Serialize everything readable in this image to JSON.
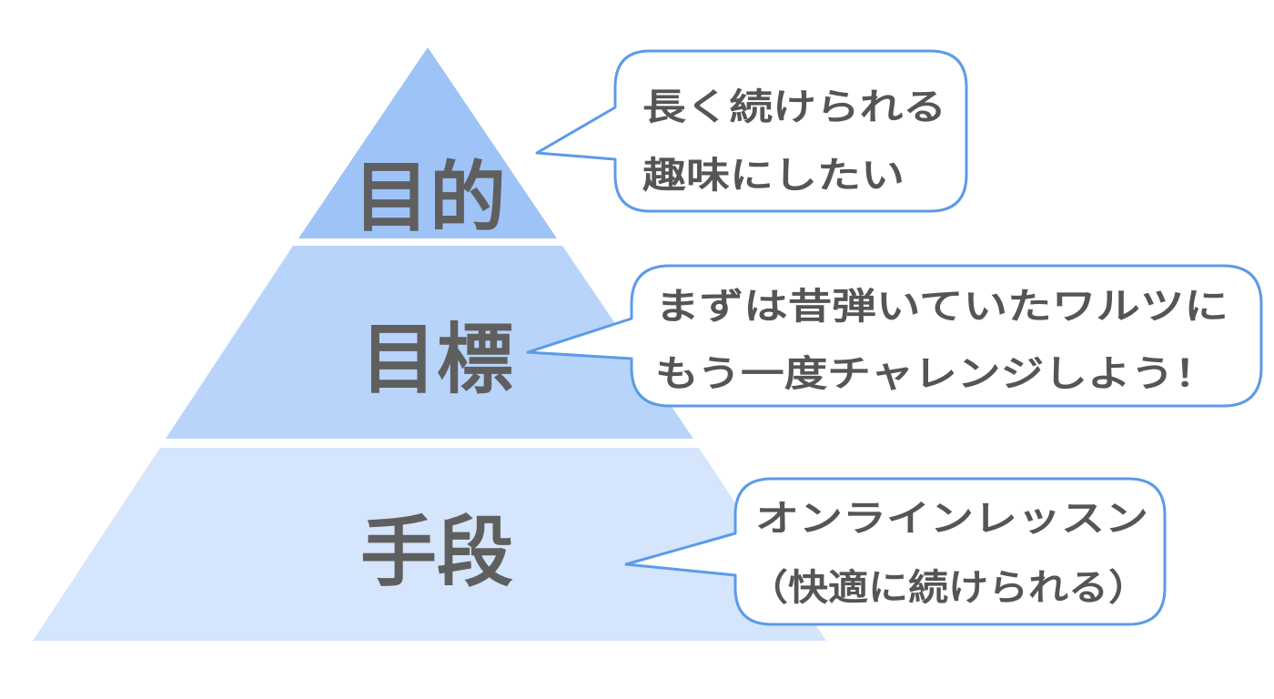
{
  "colors": {
    "level_top": "#9ec3f7",
    "level_middle": "#b8d4fa",
    "level_bottom": "#d4e5fc",
    "bubble_border": "#5b9be8",
    "label_text": "#5f5f5f",
    "bubble_text": "#555555"
  },
  "levels": [
    {
      "label": "目的",
      "callout": [
        "長く続けられる",
        "趣味にしたい"
      ]
    },
    {
      "label": "目標",
      "callout": [
        "まずは昔弾いていたワルツに",
        "もう一度チャレンジしよう！"
      ]
    },
    {
      "label": "手段",
      "callout": [
        "オンラインレッスン",
        "（快適に続けられる）"
      ]
    }
  ]
}
